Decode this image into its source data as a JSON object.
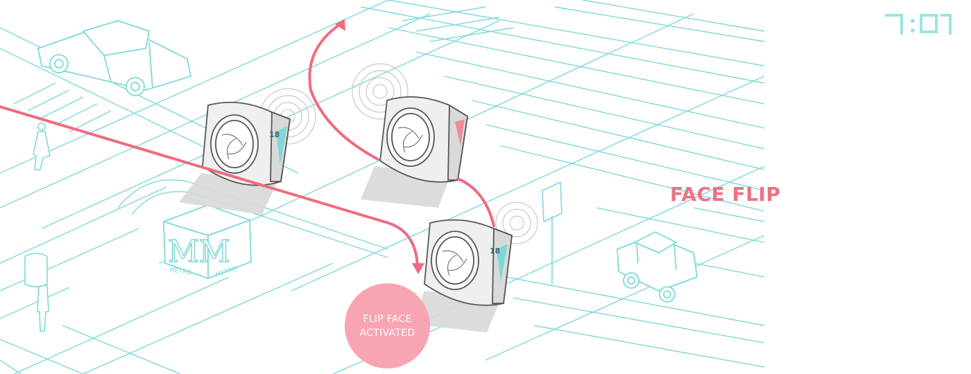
{
  "logo": {
    "text": "7:07",
    "icon": "logo-mark"
  },
  "feature": {
    "title": "FACE FLIP"
  },
  "callout": {
    "line1": "FLIP FACE",
    "line2": "ACTIVATED"
  },
  "signage": {
    "station_letters": "MM",
    "station_word_1": "METRO",
    "station_word_2": "METRO"
  },
  "kiosks": [
    {
      "display_number": "18",
      "label": "kiosk-left"
    },
    {
      "display_number": "",
      "label": "kiosk-top-right"
    },
    {
      "display_number": "18",
      "label": "kiosk-bottom"
    }
  ],
  "colors": {
    "street_lines": "#7fd8d8",
    "path": "#ef6b80",
    "title": "#ef7185",
    "bubble": "#f8a4b3",
    "shadow": "#d8d8d8"
  }
}
